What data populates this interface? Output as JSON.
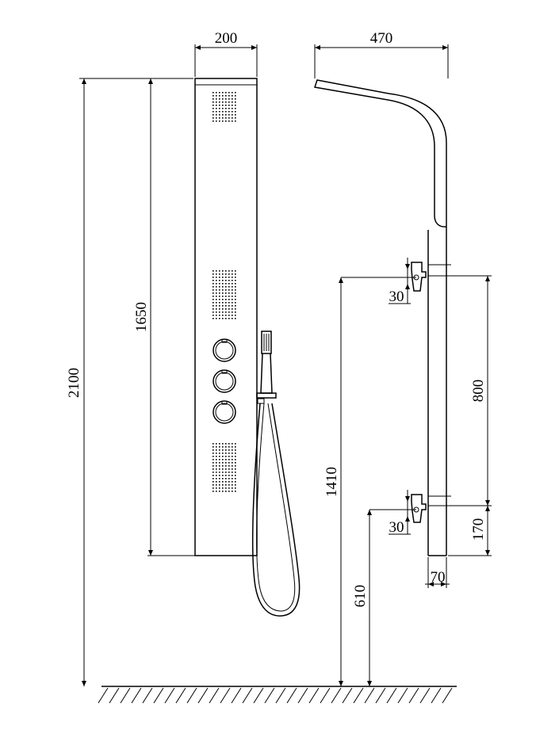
{
  "drawing": {
    "front_view": {
      "width_label": "200",
      "overall_height_label": "2100",
      "panel_height_label": "1650"
    },
    "side_view": {
      "depth_label": "470",
      "upper_bracket_label": "30",
      "lower_bracket_label": "30",
      "bracket_spacing_label": "800",
      "upper_mount_height_label": "1410",
      "lower_mount_height_label": "610",
      "bottom_offset_label": "170",
      "panel_depth_label": "70"
    }
  }
}
